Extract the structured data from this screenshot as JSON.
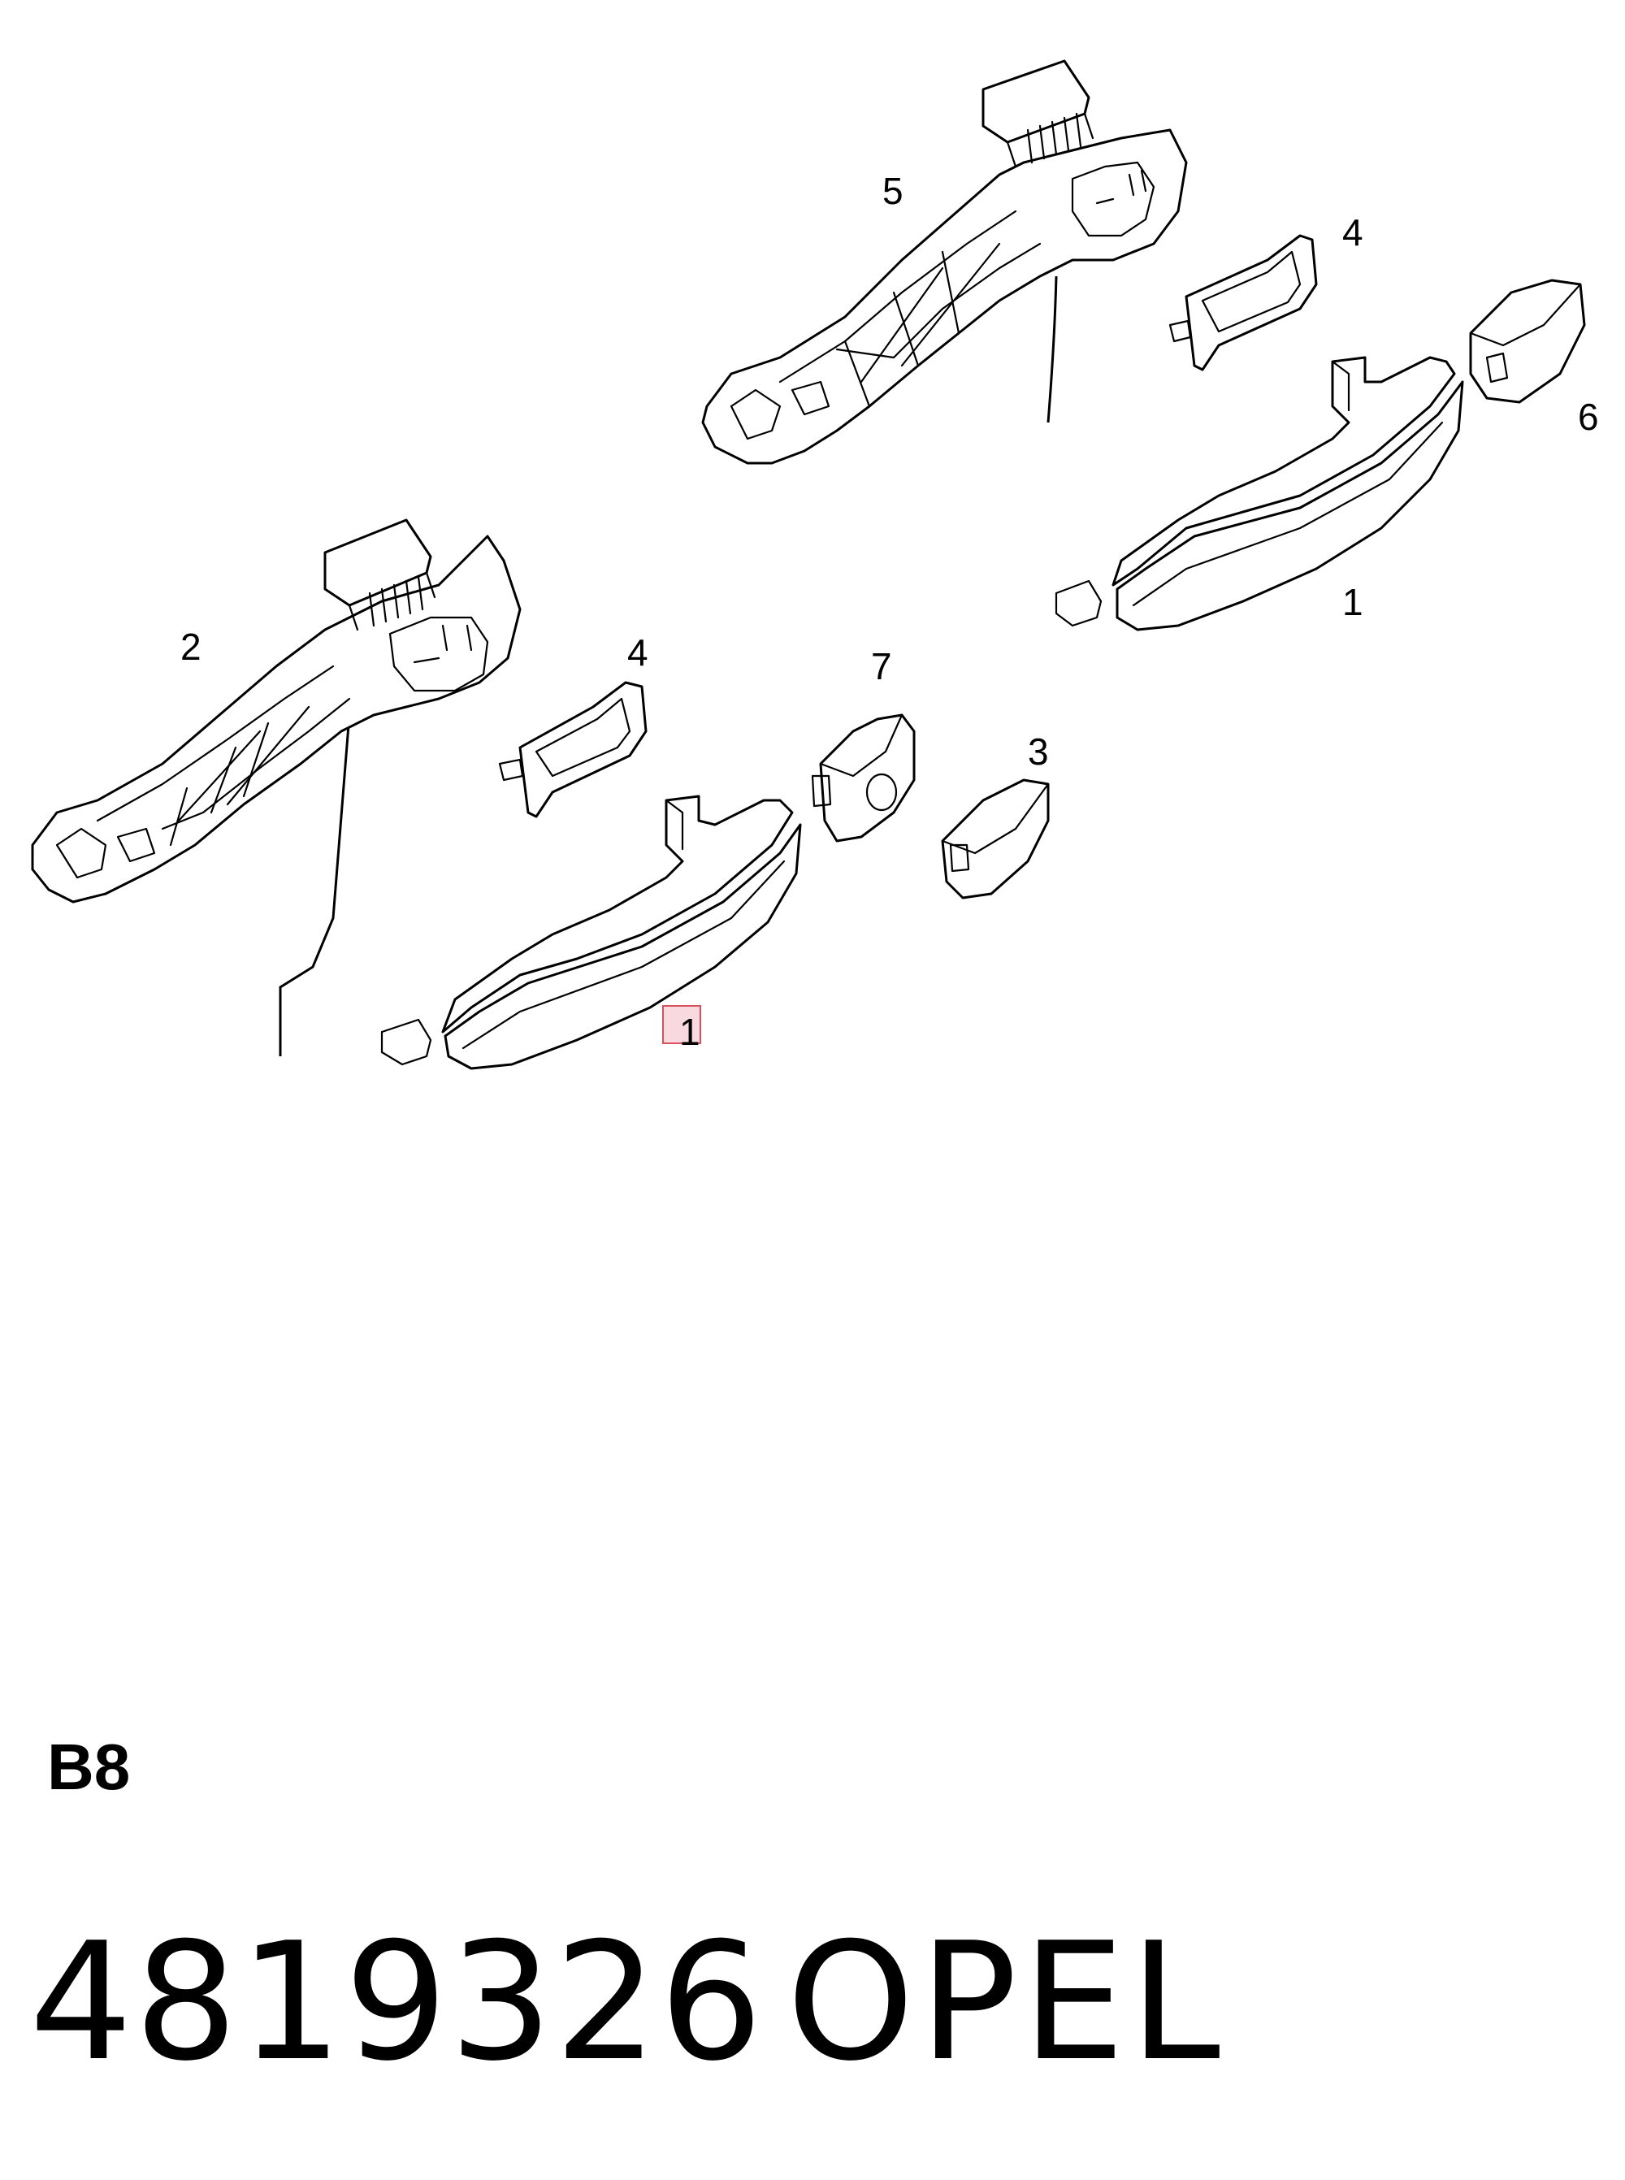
{
  "callouts": {
    "c5": "5",
    "c4_upper": "4",
    "c6": "6",
    "c1_right": "1",
    "c2": "2",
    "c4_lower": "4",
    "c7": "7",
    "c3": "3",
    "c1_left": "1"
  },
  "footer": {
    "section_code": "B8",
    "part_number": "4819326",
    "brand": "OPEL"
  },
  "highlight": {
    "target_callout": "1",
    "color": "#d9505f"
  }
}
